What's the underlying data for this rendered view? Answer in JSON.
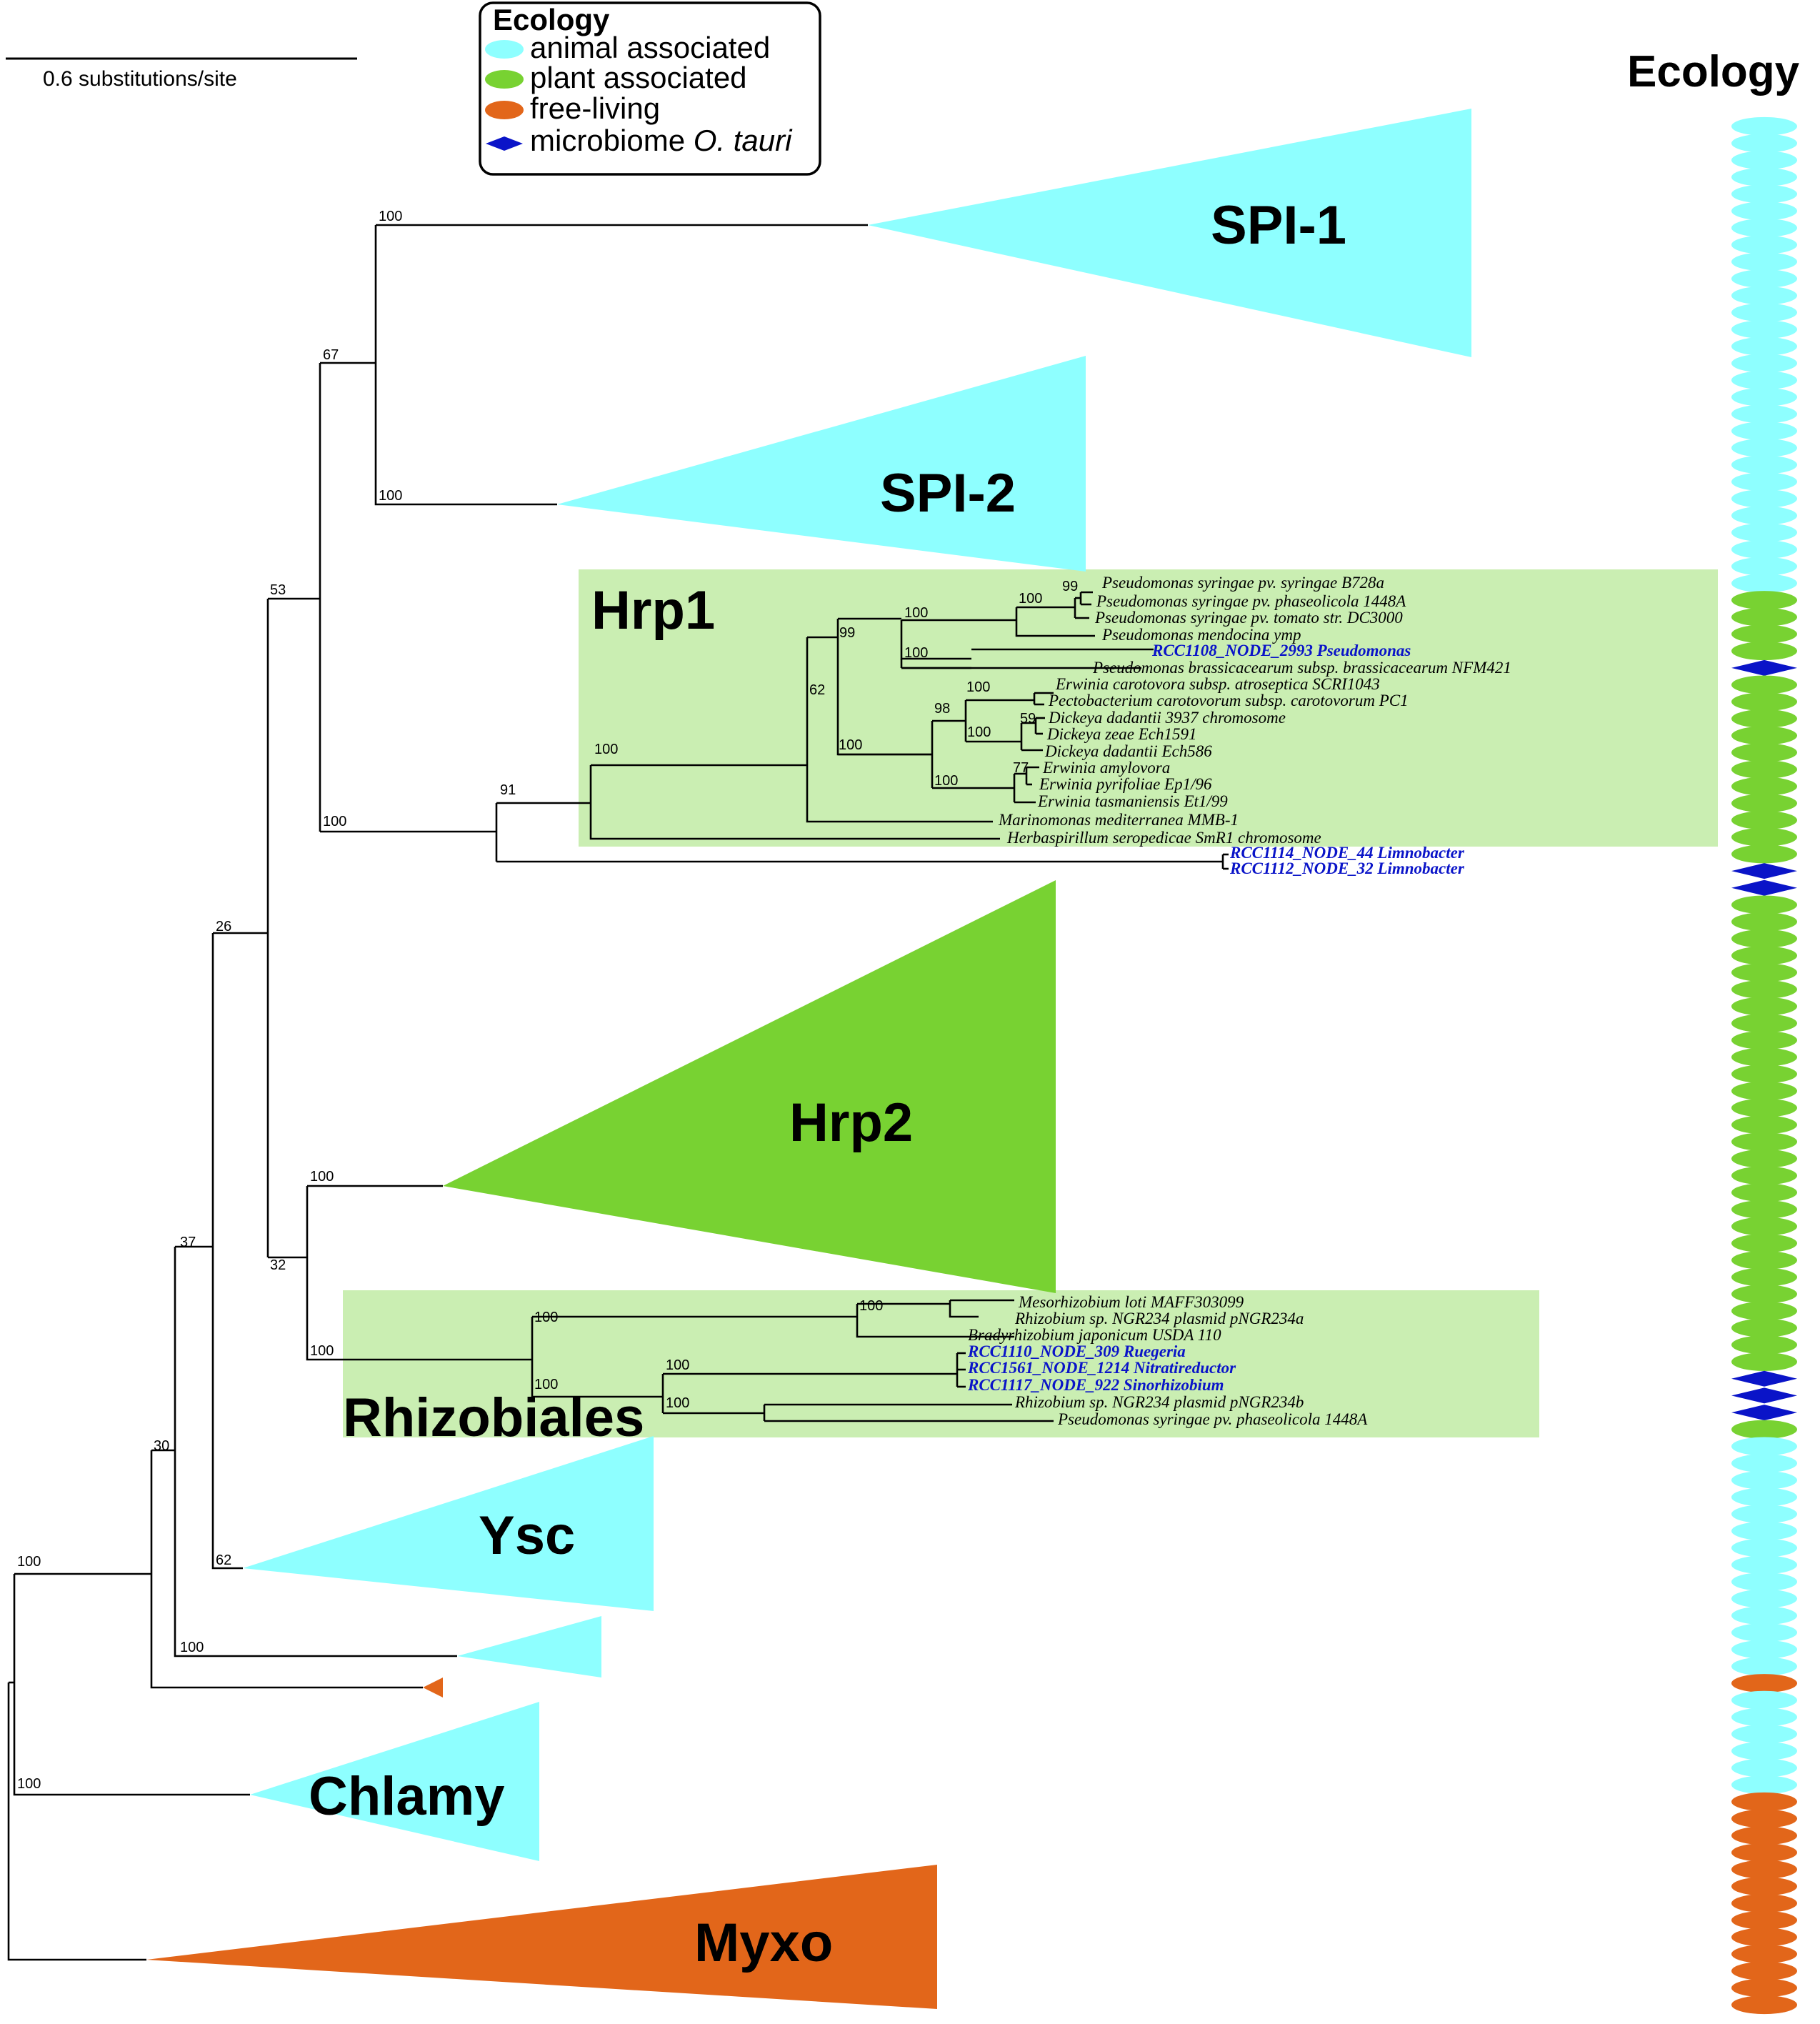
{
  "colors": {
    "animal": "#8effff",
    "plant": "#78d232",
    "free": "#e2661a",
    "ot": "#0a14c8",
    "box": "#caeeb2"
  },
  "scale_bar": {
    "label": "0.6 substitutions/site"
  },
  "legend": {
    "title": "Ecology",
    "items": [
      {
        "label": "animal associated",
        "eco": "animal",
        "italic": ""
      },
      {
        "label": "plant associated",
        "eco": "plant",
        "italic": ""
      },
      {
        "label": "free-living",
        "eco": "free",
        "italic": ""
      },
      {
        "label": "microbiome ",
        "eco": "ot",
        "italic": "O. tauri"
      }
    ]
  },
  "ecology_column": {
    "title": "Ecology",
    "strip": [
      {
        "eco": "animal",
        "count": 28
      },
      {
        "eco": "plant",
        "count": 4
      },
      {
        "eco": "ot",
        "count": 1
      },
      {
        "eco": "plant",
        "count": 11
      },
      {
        "eco": "ot",
        "count": 2
      },
      {
        "eco": "plant",
        "count": 28
      },
      {
        "eco": "ot",
        "count": 3
      },
      {
        "eco": "plant",
        "count": 1
      },
      {
        "eco": "animal",
        "count": 14
      },
      {
        "eco": "free",
        "count": 1
      },
      {
        "eco": "animal",
        "count": 6
      },
      {
        "eco": "free",
        "count": 13
      }
    ]
  },
  "clades": {
    "spi1": "SPI-1",
    "spi2": "SPI-2",
    "hrp1": "Hrp1",
    "hrp2": "Hrp2",
    "rhizobiales": "Rhizobiales",
    "ysc": "Ysc",
    "chlamy": "Chlamy",
    "myxo": "Myxo"
  },
  "supports": {
    "root": "100",
    "chlamy_node": "100",
    "n30": "30",
    "n37": "37",
    "n26": "26",
    "n53": "53",
    "n67": "67",
    "spi1": "100",
    "spi2": "100",
    "n100_hrp1_outer": "100",
    "n91": "91",
    "n100_hrp1": "100",
    "n62_hrp1": "62",
    "n99_hrp1": "99",
    "n100_ps1": "100",
    "n100_ps2": "100",
    "n99_ps3": "99",
    "n100_ps4": "100",
    "n100_erw": "100",
    "n98": "98",
    "n100_erw2": "100",
    "n100_dick": "100",
    "n59": "59",
    "n100_erw3": "100",
    "n77": "77",
    "n32": "32",
    "n100_hrp2": "100",
    "n100_rhizo": "100",
    "n100_rh1": "100",
    "n100_rh2": "100",
    "n100_rh3": "100",
    "n100_rh4": "100",
    "n100_rh5": "100",
    "n62_ysc": "62",
    "n100_small": "100"
  },
  "hrp1_leaves": [
    {
      "text": "Pseudomonas syringae pv. syringae B728a",
      "ot": false
    },
    {
      "text": "Pseudomonas syringae pv. phaseolicola 1448A",
      "ot": false
    },
    {
      "text": "Pseudomonas syringae pv. tomato str. DC3000",
      "ot": false
    },
    {
      "text": "Pseudomonas mendocina ymp",
      "ot": false
    },
    {
      "text": "RCC1108_NODE_2993 Pseudomonas",
      "ot": true
    },
    {
      "text": "Pseudomonas brassicacearum subsp. brassicacearum NFM421",
      "ot": false
    },
    {
      "text": "Erwinia carotovora subsp. atroseptica SCRI1043",
      "ot": false
    },
    {
      "text": "Pectobacterium carotovorum subsp. carotovorum PC1",
      "ot": false
    },
    {
      "text": "Dickeya dadantii 3937 chromosome",
      "ot": false
    },
    {
      "text": "Dickeya zeae Ech1591",
      "ot": false
    },
    {
      "text": "Dickeya dadantii Ech586",
      "ot": false
    },
    {
      "text": "Erwinia amylovora",
      "ot": false
    },
    {
      "text": "Erwinia pyrifoliae Ep1/96",
      "ot": false
    },
    {
      "text": "Erwinia tasmaniensis Et1/99",
      "ot": false
    },
    {
      "text": "Marinomonas mediterranea MMB-1",
      "ot": false
    },
    {
      "text": "Herbaspirillum seropedicae SmR1 chromosome",
      "ot": false
    },
    {
      "text": "RCC1114_NODE_44 Limnobacter",
      "ot": true
    },
    {
      "text": "RCC1112_NODE_32 Limnobacter",
      "ot": true
    }
  ],
  "rhizo_leaves": [
    {
      "text": "Mesorhizobium loti MAFF303099",
      "ot": false
    },
    {
      "text": "Rhizobium sp. NGR234 plasmid pNGR234a",
      "ot": false
    },
    {
      "text": "Bradyrhizobium japonicum USDA 110",
      "ot": false
    },
    {
      "text": "RCC1110_NODE_309 Ruegeria",
      "ot": true
    },
    {
      "text": "RCC1561_NODE_1214 Nitratireductor",
      "ot": true
    },
    {
      "text": "RCC1117_NODE_922 Sinorhizobium",
      "ot": true
    },
    {
      "text": "Rhizobium sp. NGR234 plasmid pNGR234b",
      "ot": false
    },
    {
      "text": "Pseudomonas syringae pv. phaseolicola 1448A",
      "ot": false
    }
  ]
}
